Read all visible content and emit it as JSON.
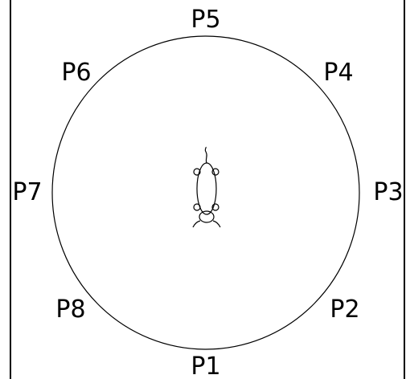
{
  "diagram": {
    "positions": [
      {
        "id": "p1",
        "label": "P1"
      },
      {
        "id": "p2",
        "label": "P2"
      },
      {
        "id": "p3",
        "label": "P3"
      },
      {
        "id": "p4",
        "label": "P4"
      },
      {
        "id": "p5",
        "label": "P5"
      },
      {
        "id": "p6",
        "label": "P6"
      },
      {
        "id": "p7",
        "label": "P7"
      },
      {
        "id": "p8",
        "label": "P8"
      }
    ],
    "colors": {
      "background": "#ffffff",
      "stroke": "#000000"
    },
    "central_figure_icon": "animal-top-view-icon"
  }
}
